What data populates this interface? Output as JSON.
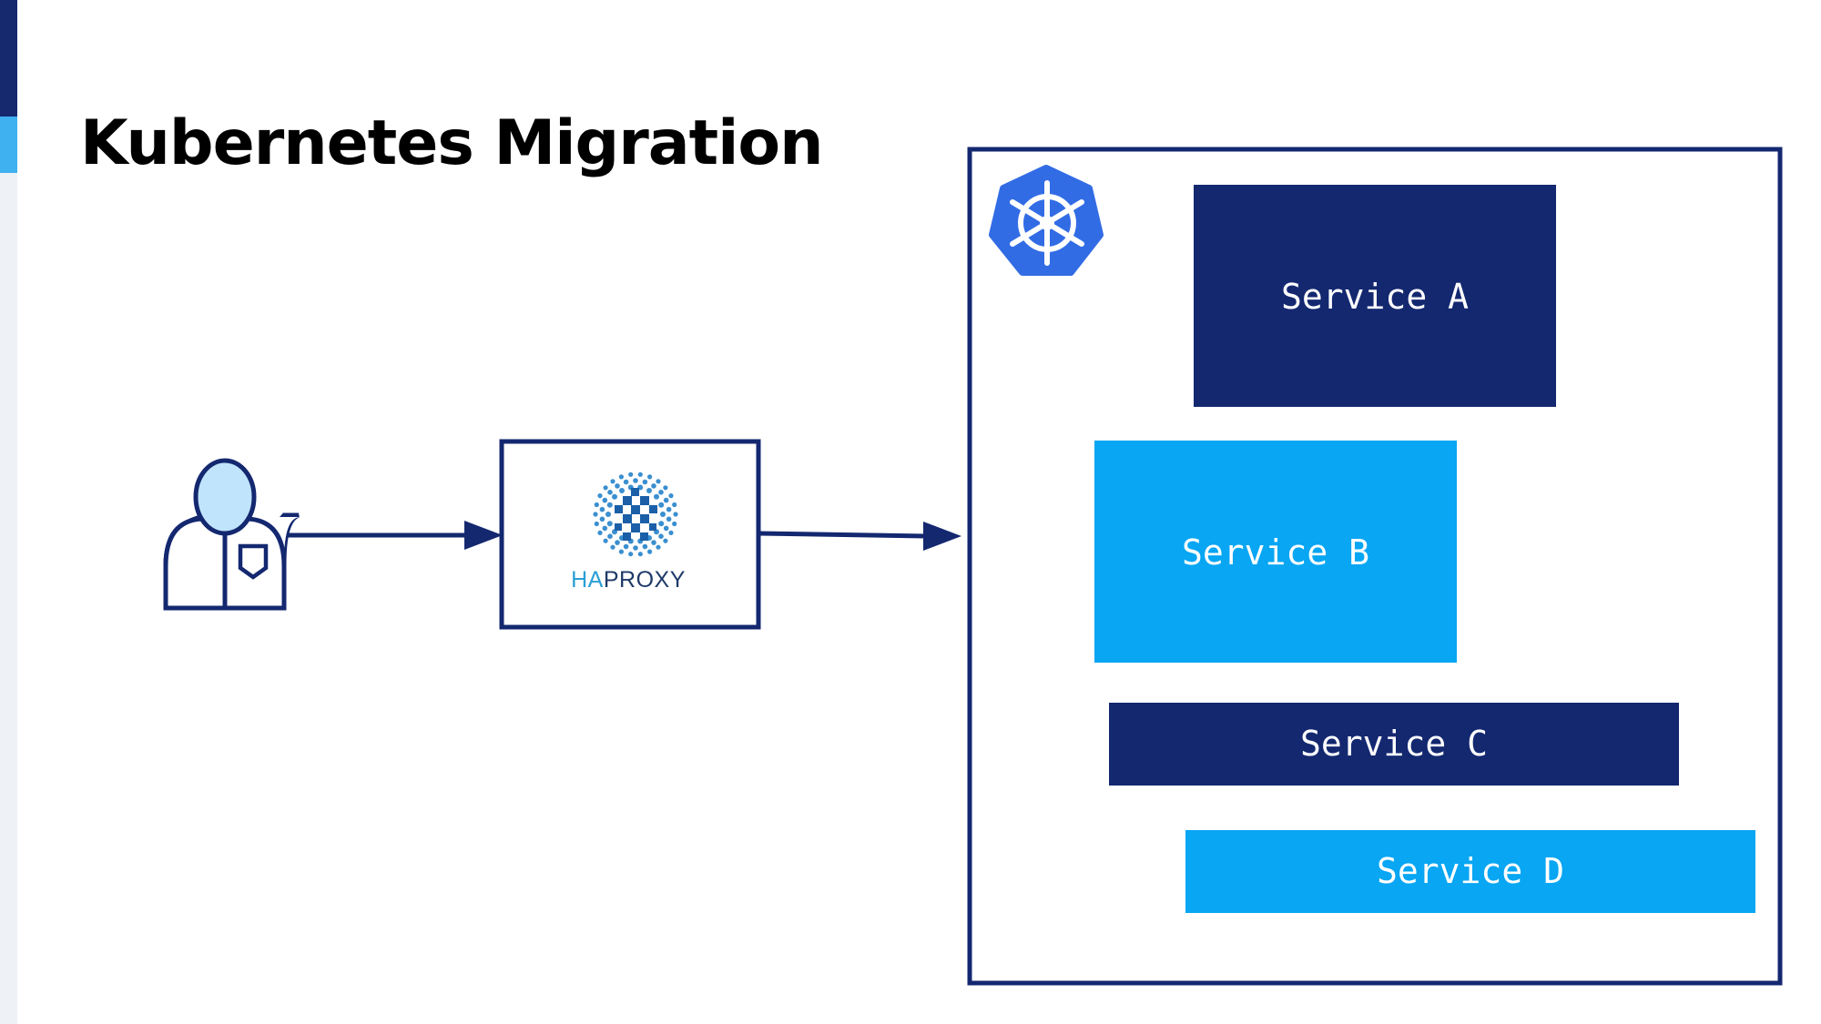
{
  "slide": {
    "title": "Kubernetes Migration"
  },
  "proxy": {
    "logo_text_accent": "HA",
    "logo_text_main": "PROXY"
  },
  "services": [
    {
      "label": "Service A",
      "color": "#142870"
    },
    {
      "label": "Service B",
      "color": "#08a6f3"
    },
    {
      "label": "Service C",
      "color": "#142870"
    },
    {
      "label": "Service D",
      "color": "#08a6f3"
    }
  ],
  "colors": {
    "navy": "#142870",
    "sky": "#08a6f3",
    "user_fill": "#bfe4fb",
    "kubernetes_blue": "#326ce5",
    "haproxy_accent": "#2a9fd6",
    "haproxy_main": "#1f3a68"
  },
  "icons": {
    "user": "user-icon",
    "haproxy": "haproxy-logo",
    "kubernetes": "kubernetes-icon"
  }
}
